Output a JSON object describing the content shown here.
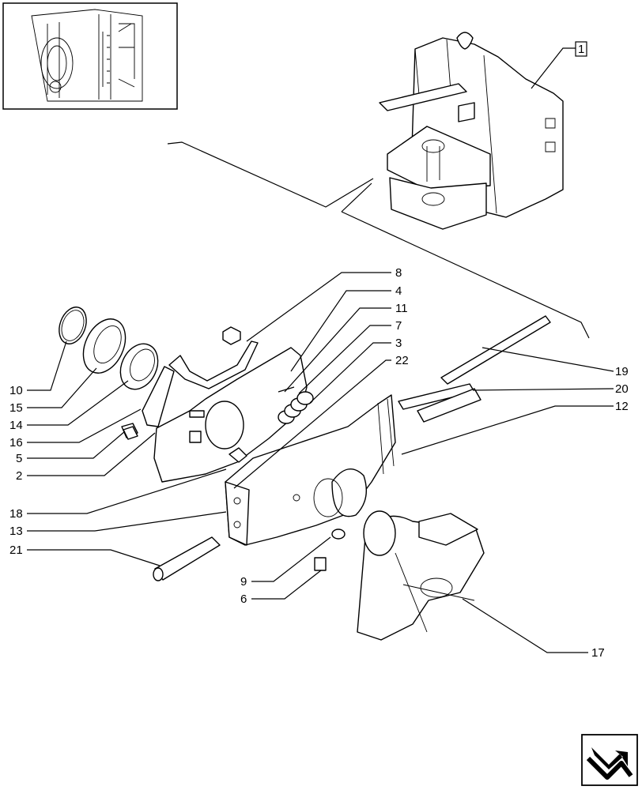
{
  "callouts": [
    {
      "id": "c1",
      "text": "1"
    },
    {
      "id": "c8",
      "text": "8"
    },
    {
      "id": "c4",
      "text": "4"
    },
    {
      "id": "c11",
      "text": "11"
    },
    {
      "id": "c7",
      "text": "7"
    },
    {
      "id": "c3",
      "text": "3"
    },
    {
      "id": "c22",
      "text": "22"
    },
    {
      "id": "c19",
      "text": "19"
    },
    {
      "id": "c20",
      "text": "20"
    },
    {
      "id": "c12",
      "text": "12"
    },
    {
      "id": "c10",
      "text": "10"
    },
    {
      "id": "c15",
      "text": "15"
    },
    {
      "id": "c14",
      "text": "14"
    },
    {
      "id": "c16",
      "text": "16"
    },
    {
      "id": "c5",
      "text": "5"
    },
    {
      "id": "c2",
      "text": "2"
    },
    {
      "id": "c18",
      "text": "18"
    },
    {
      "id": "c13",
      "text": "13"
    },
    {
      "id": "c21",
      "text": "21"
    },
    {
      "id": "c9",
      "text": "9"
    },
    {
      "id": "c6",
      "text": "6"
    },
    {
      "id": "c17",
      "text": "17"
    }
  ],
  "icons": {
    "thumbnail": "tractor-rear-thumbnail-icon",
    "nav": "next-page-arrow-icon"
  }
}
